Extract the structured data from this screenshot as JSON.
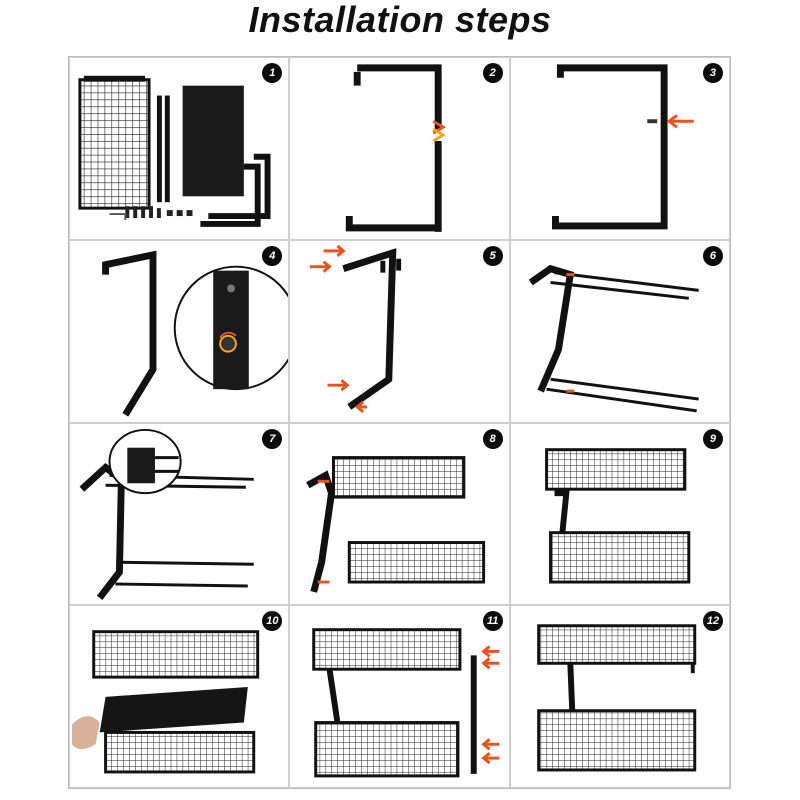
{
  "title": "Installation steps",
  "steps": [
    {
      "number": "1"
    },
    {
      "number": "2"
    },
    {
      "number": "3"
    },
    {
      "number": "4"
    },
    {
      "number": "5"
    },
    {
      "number": "6"
    },
    {
      "number": "7"
    },
    {
      "number": "8"
    },
    {
      "number": "9"
    },
    {
      "number": "10"
    },
    {
      "number": "11"
    },
    {
      "number": "12"
    }
  ],
  "colors": {
    "frame": "#111111",
    "arrow": "#e8541c",
    "arrow_alt": "#f5a623",
    "border": "#cfcfcf"
  }
}
